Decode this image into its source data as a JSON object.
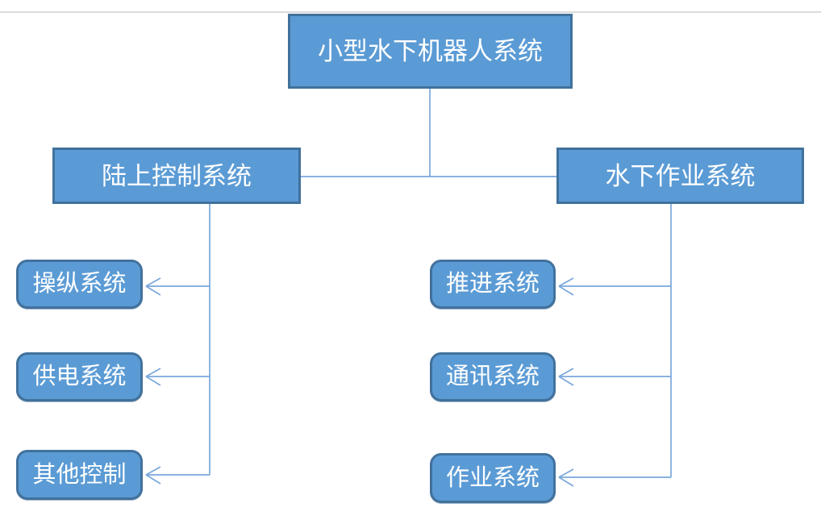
{
  "theme": {
    "node_fill": "#5b9bd5",
    "node_border": "#41719c",
    "node_text_color": "#ffffff",
    "connector_color": "#7aa7dc",
    "top_rule_color": "#dcdcdc",
    "background": "#ffffff"
  },
  "diagram": {
    "type": "org-tree",
    "root": {
      "label": "小型水下机器人系统"
    },
    "branches": [
      {
        "label": "陆上控制系统",
        "children": [
          {
            "label": "操纵系统"
          },
          {
            "label": "供电系统"
          },
          {
            "label": "其他控制"
          }
        ]
      },
      {
        "label": "水下作业系统",
        "children": [
          {
            "label": "推进系统"
          },
          {
            "label": "通讯系统"
          },
          {
            "label": "作业系统"
          }
        ]
      }
    ]
  }
}
